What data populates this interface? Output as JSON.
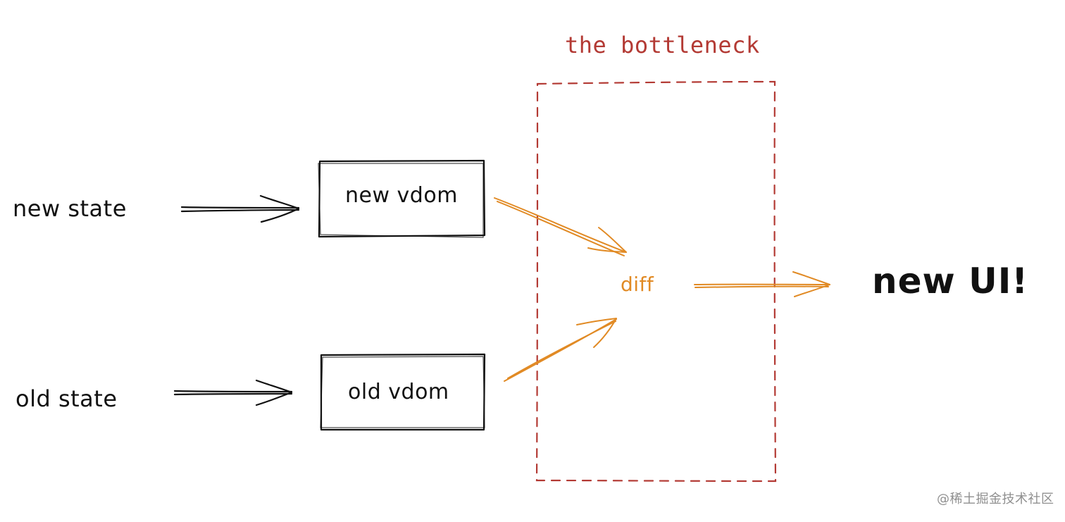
{
  "diagram": {
    "inputs": {
      "new_state": "new state",
      "old_state": "old state"
    },
    "boxes": {
      "new_vdom": "new vdom",
      "old_vdom": "old vdom"
    },
    "bottleneck_label": "the bottleneck",
    "diff_label": "diff",
    "output_label": "new UI!",
    "watermark": "@稀土掘金技术社区"
  },
  "colors": {
    "ink": "#111111",
    "bottleneck": "#b33a34",
    "diff_arrows": "#e18a24",
    "watermark": "#8f8f8f"
  },
  "icons": {
    "arrow_style": "hand-drawn-double-line-arrow"
  }
}
